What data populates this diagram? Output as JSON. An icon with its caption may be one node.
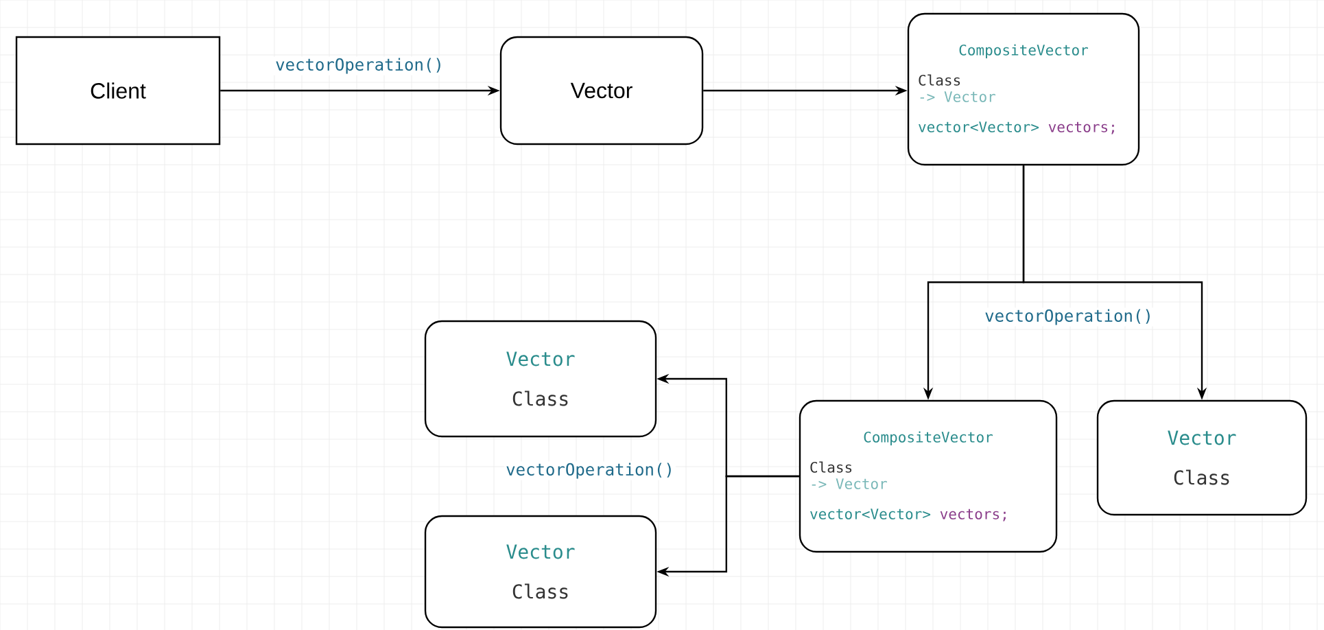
{
  "diagram": {
    "nodes": [
      {
        "text": [
          "Client"
        ]
      },
      {
        "text": [
          "Vector"
        ]
      },
      {
        "text": [
          "CompositeVector",
          "Class",
          "-> Vector",
          "vector<Vector>",
          "vectors;"
        ]
      },
      {
        "text": [
          "CompositeVector",
          "Class",
          "-> Vector",
          "vector<Vector>",
          "vectors;"
        ]
      },
      {
        "text": [
          "Vector",
          "Class"
        ]
      },
      {
        "text": [
          "Vector",
          "Class"
        ]
      },
      {
        "text": [
          "Vector",
          "Class"
        ]
      }
    ],
    "edges": [
      {
        "from": 0,
        "to": 1,
        "arrow": "to",
        "label": "vectorOperation()"
      },
      {
        "from": 1,
        "to": 2,
        "arrow": "to"
      },
      {
        "from": 2,
        "to": 3,
        "arrow": "to",
        "label": "vectorOperation()"
      },
      {
        "from": 2,
        "to": 4,
        "arrow": "to"
      },
      {
        "from": 3,
        "to": 5,
        "arrow": "to",
        "label": "vectorOperation()"
      },
      {
        "from": 3,
        "to": 6,
        "arrow": "to"
      }
    ]
  }
}
